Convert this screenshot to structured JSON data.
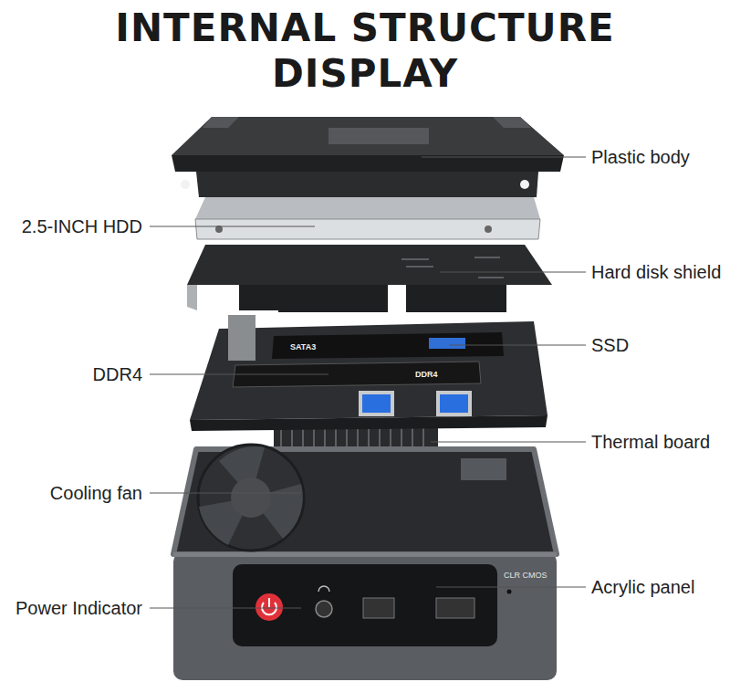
{
  "diagram": {
    "title": "INTERNAL STRUCTURE DISPLAY",
    "labels": [
      "Plastic body",
      "2.5-INCH HDD",
      "Hard disk shield",
      "SATA3",
      "SSD",
      "DDR4",
      "DDR4",
      "Thermal board",
      "Cooling fan",
      "Acrylic panel",
      "Power Indicator",
      "CLR CMOS"
    ]
  }
}
